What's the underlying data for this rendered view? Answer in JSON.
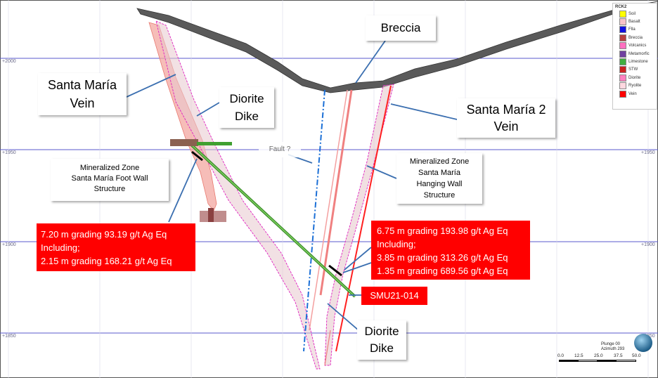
{
  "elevations": {
    "e2000": "+2000",
    "e1950": "+1950",
    "e1900": "+1900",
    "e1850": "+1850"
  },
  "labels": {
    "breccia": "Breccia",
    "santa_maria_vein": [
      "Santa María",
      "Vein"
    ],
    "diorite_dike_upper": [
      "Diorite",
      "Dike"
    ],
    "santa_maria_2_vein": [
      "Santa María 2",
      "Vein"
    ],
    "fault": "Fault ?",
    "mz_foot_wall": [
      "Mineralized Zone",
      "Santa María Foot Wall",
      "Structure"
    ],
    "mz_hanging_wall": [
      "Mineralized Zone",
      "Santa María",
      "Hanging Wall",
      "Structure"
    ],
    "diorite_dike_lower": [
      "Diorite",
      "Dike"
    ],
    "drillhole": "SMU21-014"
  },
  "intercepts": {
    "left": [
      "7.20 m grading 93.19 g/t Ag Eq",
      "Including;",
      "2.15 m grading 168.21 g/t Ag Eq"
    ],
    "right": [
      "6.75 m grading 193.98 g/t Ag Eq",
      "Including;",
      "3.85 m grading 313.26 g/t Ag Eq",
      "1.35 m grading 689.56 g/t Ag Eq"
    ]
  },
  "legend": {
    "title": "RCK2",
    "items": [
      {
        "label": "Soil",
        "color": "#ffff00"
      },
      {
        "label": "Basalt",
        "color": "#f7c1c8"
      },
      {
        "label": "Flla",
        "color": "#1010e0"
      },
      {
        "label": "Breccia",
        "color": "#b84040"
      },
      {
        "label": "Volcanics",
        "color": "#ff6fc0"
      },
      {
        "label": "Metamorfic",
        "color": "#7040a0"
      },
      {
        "label": "Limestone",
        "color": "#40b040"
      },
      {
        "label": "STW",
        "color": "#cc2020"
      },
      {
        "label": "Diorite",
        "color": "#ff80c0"
      },
      {
        "label": "Ryolite",
        "color": "#ffd8e0"
      },
      {
        "label": "Vein",
        "color": "#ff0000"
      }
    ]
  },
  "scale": {
    "ticks": [
      "0.0",
      "12.5",
      "25.0",
      "37.5",
      "50.0"
    ]
  },
  "orientation": {
    "plunge": "Plunge 00",
    "azimuth": "Azimuth 293"
  }
}
